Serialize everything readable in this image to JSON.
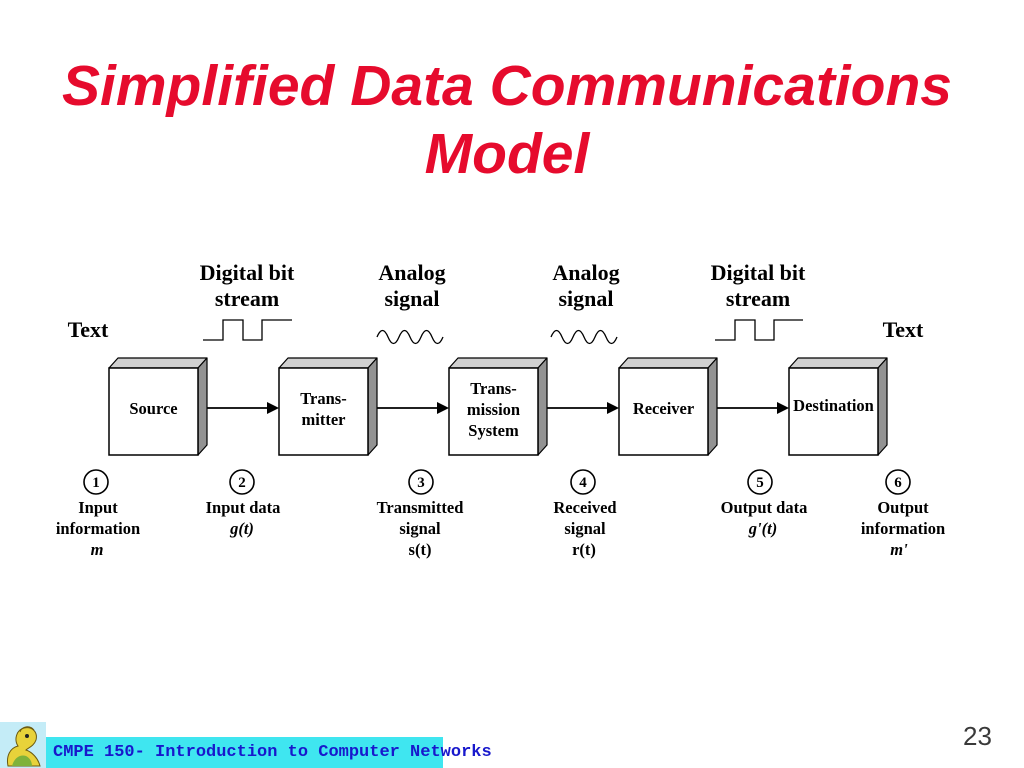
{
  "slide": {
    "title": [
      "Simplified Data Communications",
      "Model"
    ],
    "page_number": "23",
    "footer_text": "CMPE 150- Introduction to Computer Networks",
    "logo_icon": "cartoon-mascot-logo"
  },
  "diagram": {
    "input_label": "Text",
    "output_label": "Text",
    "signals": [
      {
        "lines": [
          "Digital bit",
          "stream"
        ],
        "waveform_icon": "square-wave-icon"
      },
      {
        "lines": [
          "Analog",
          "signal"
        ],
        "waveform_icon": "sine-wave-icon"
      },
      {
        "lines": [
          "Analog",
          "signal"
        ],
        "waveform_icon": "sine-wave-icon"
      },
      {
        "lines": [
          "Digital bit",
          "stream"
        ],
        "waveform_icon": "square-wave-icon"
      }
    ],
    "blocks": [
      {
        "lines": [
          "Source"
        ]
      },
      {
        "lines": [
          "Trans-",
          "mitter"
        ]
      },
      {
        "lines": [
          "Trans-",
          "mission",
          "System"
        ]
      },
      {
        "lines": [
          "Receiver"
        ]
      },
      {
        "lines": [
          "Destination"
        ]
      }
    ],
    "stages": [
      {
        "number": "1",
        "lines": [
          "Input",
          "information"
        ],
        "symbol": "m"
      },
      {
        "number": "2",
        "lines": [
          "Input data"
        ],
        "symbol": "g(t)"
      },
      {
        "number": "3",
        "lines": [
          "Transmitted",
          "signal"
        ],
        "symbol": "s(t)"
      },
      {
        "number": "4",
        "lines": [
          "Received",
          "signal"
        ],
        "symbol": "r(t)"
      },
      {
        "number": "5",
        "lines": [
          "Output data"
        ],
        "symbol": "g'(t)"
      },
      {
        "number": "6",
        "lines": [
          "Output",
          "information"
        ],
        "symbol": "m'"
      }
    ]
  },
  "colors": {
    "title": "#e60b2d",
    "footer_band": "#3fe6f0",
    "footer_text": "#1818cc",
    "page_number": "#3a3a3a",
    "block_top": "#d0d0d0",
    "block_side": "#939393"
  }
}
